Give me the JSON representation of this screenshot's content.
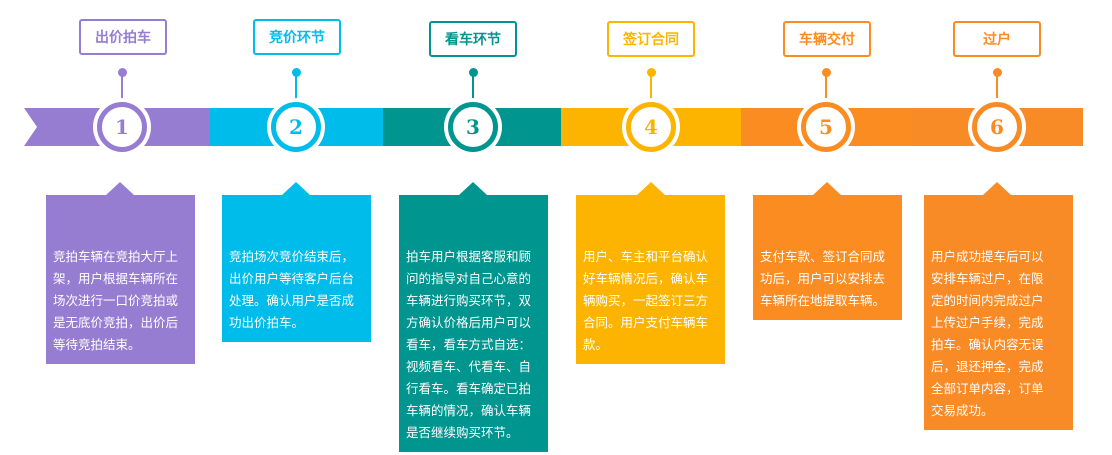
{
  "colors": {
    "purple": "#977dd1",
    "cyan": "#00bcea",
    "teal": "#00958f",
    "yellow": "#fdb400",
    "orange": "#fb8c22",
    "orange2": "#f98b26"
  },
  "steps": [
    {
      "number": "1",
      "title": "出价拍车",
      "description": "竞拍车辆在竞拍大厅上\n架，用户根据车辆所在\n场次进行一口价竞拍或\n是无底价竞拍，出价后\n等待竞拍结束。"
    },
    {
      "number": "2",
      "title": "竞价环节",
      "description": "竞拍场次竞价结束后，\n出价用户等待客户后台\n处理。确认用户是否成\n功出价拍车。"
    },
    {
      "number": "3",
      "title": "看车环节",
      "description": "拍车用户根据客服和顾\n问的指导对自己心意的\n车辆进行购买环节，双\n方确认价格后用户可以\n看车，看车方式自选：\n视频看车、代看车、自\n行看车。看车确定已拍\n车辆的情况，确认车辆\n是否继续购买环节。"
    },
    {
      "number": "4",
      "title": "签订合同",
      "description": "用户、车主和平台确认\n好车辆情况后，确认车\n辆购买，一起签订三方\n合同。用户支付车辆车\n款。"
    },
    {
      "number": "5",
      "title": "车辆交付",
      "description": "支付车款、签订合同成\n功后，用户可以安排去\n车辆所在地提取车辆。"
    },
    {
      "number": "6",
      "title": "过户",
      "description": "用户成功提车后可以\n安排车辆过户，在限\n定的时间内完成过户\n上传过户手续，完成\n拍车。确认内容无误\n后，退还押金，完成\n全部订单内容，订单\n交易成功。"
    }
  ]
}
